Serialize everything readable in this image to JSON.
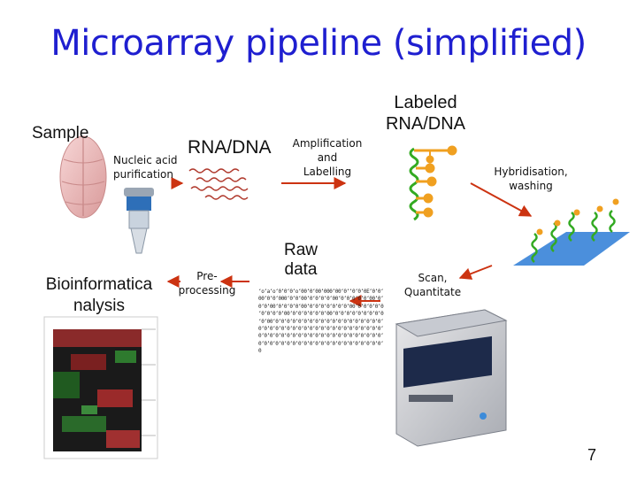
{
  "slide": {
    "title": "Microarray pipeline (simplified)",
    "page_number": "7"
  },
  "labels": {
    "sample": "Sample",
    "nucleic_acid": "Nucleic acid purification",
    "rna_dna": "RNA/DNA",
    "amplification": "Amplification and Labelling",
    "labeled": "Labeled RNA/DNA",
    "hybridisation": "Hybridisation, washing",
    "scan": "Scan, Quantitate",
    "raw_data": "Raw data",
    "preprocessing": "Pre-processing",
    "bioinformatics": "Bioinformatica nalysis"
  },
  "raw_data_text": "ʻoʻaʻoʻ0ʻ0ʻ0ʻoʻ00ʻ0ʻ00ʻ000ʻ00ʻ0ʻʻ0ʻ0ʻ0Eʻ0ʻ0ʻ00ʻ0ʻ0ʻ000ʻ0ʻ0ʻ00ʻ0ʻ0ʻ0ʻ0ʻ00ʻ0ʻ0ʻ0ʻ0ʻ0ʻ00ʻ0ʻ0ʻ0ʻ00ʻ0ʻ0ʻ0ʻ0ʻ00ʻ0ʻ0ʻ0ʻ0ʻ0ʻ0ʻ0ʻ00ʻ0ʻ0ʻ0ʻ0ʻ0ʻ0ʻ0ʻ0ʻ0ʻ00ʻ0ʻ0ʻ0ʻ0ʻ0ʻ0ʻ00ʻ0ʻ0ʻ0ʻ0ʻ0ʻ0ʻ0ʻ0ʻ0ʻ0ʻ00ʻ0ʻ0ʻ0ʻ0ʻ0ʻ0ʻ0ʻ0ʻ0ʻ0ʻ0ʻ0ʻ0ʻ0ʻ0ʻ0ʻ0ʻ0ʻ0ʻ0ʻ0ʻ0ʻ0ʻ0ʻ0ʻ0ʻ0ʻ0ʻ0ʻ0ʻ0ʻ0ʻ0ʻ0ʻ0ʻ0ʻ0ʻ0ʻ0ʻ0ʻ0ʻ0ʻ0ʻ0ʻ0ʻ0ʻ0ʻ0ʻ0ʻ0ʻ0ʻ0ʻ0ʻ0ʻ0ʻ0ʻ0ʻ0ʻ0ʻ0ʻ0ʻ0ʻ0ʻ0ʻ0ʻ0ʻ0ʻ0ʻ0ʻ0ʻ0ʻ0ʻ0ʻ0ʻ0ʻ0ʻ0ʻ0ʻ0ʻ0ʻ0ʻ0ʻ0ʻ0ʻ0ʻ0",
  "colors": {
    "title": "#1f1fd0",
    "arrow": "#cc3311",
    "strand_green": "#33aa22",
    "probe_orange": "#f0a020",
    "wavy_red": "#b03a2e",
    "slide_blue": "#2c7bd6"
  },
  "icons": {
    "brain": "brain-image",
    "tube": "purification-tube-image",
    "scanner": "microarray-scanner-image",
    "heatmap": "heatmap-image",
    "array_slide": "microarray-slide-image"
  }
}
